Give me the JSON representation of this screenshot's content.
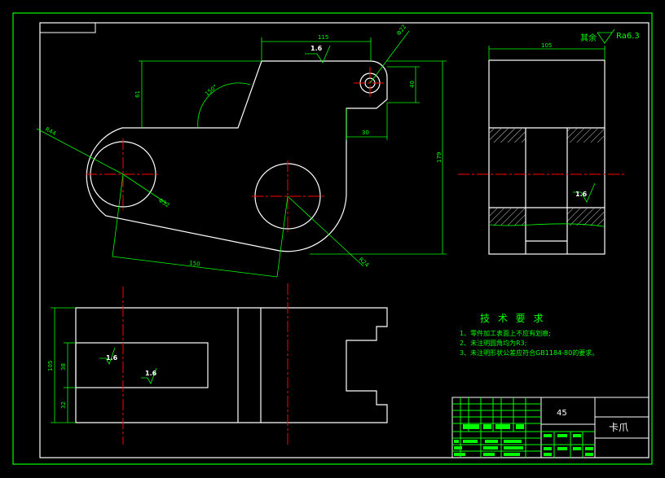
{
  "drawing": {
    "surface_finish": {
      "prefix": "其余",
      "value": "Ra6.3"
    },
    "dimensions": {
      "d115": "115",
      "d105": "105",
      "d61": "61",
      "d40": "40",
      "d30": "30",
      "d179": "179",
      "d150": "150",
      "r44": "R44",
      "phi32": "Φ32",
      "r24": "R24",
      "phi22": "Φ22",
      "angle": "150°",
      "d105_side": "105",
      "d38": "38",
      "d32": "32"
    },
    "roughness_labels": [
      "1.6",
      "1.6",
      "1.6",
      "1.6"
    ],
    "technical_requirements": {
      "title": "技 术 要 求",
      "items": [
        "1、零件加工表面上不应有划痕;",
        "2、未注明圆角均为R3;",
        "3、未注明形状公差应符合GB1184-80的要求。"
      ]
    },
    "title_block": {
      "material": "45",
      "part_name": "卡爪"
    }
  },
  "colors": {
    "background": "#000000",
    "line": "#ffffff",
    "dimension": "#00ff00",
    "centerline": "#ff0000",
    "text": "#00ff00"
  }
}
